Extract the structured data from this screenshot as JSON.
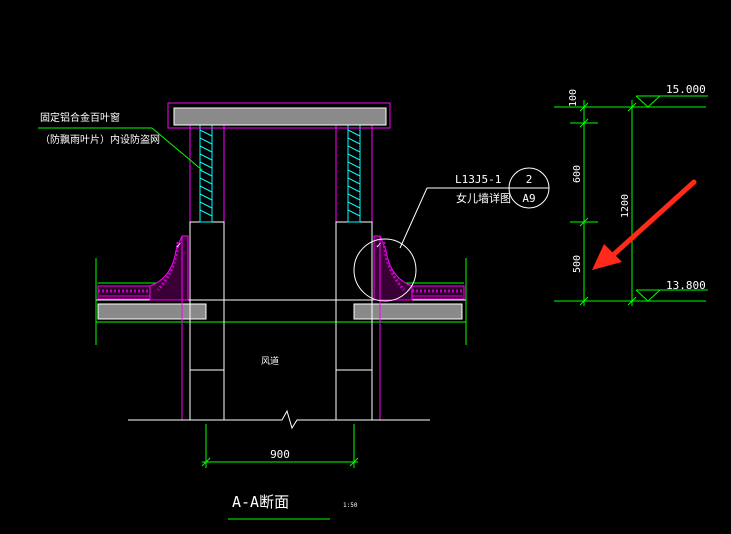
{
  "drawing": {
    "louver_note_line1": "固定铝合金百叶窗",
    "louver_note_line2": "（防飘雨叶片）内设防盗网",
    "detail_ref_code": "L13J5-1",
    "detail_ref_desc": "女儿墙详图",
    "detail_ref_number": "2",
    "detail_ref_sheet": "A9",
    "duct_label": "风道",
    "width_dim": "900",
    "section_title": "A-A断面",
    "section_scale": "1:50"
  },
  "elevations": {
    "top": "15.000",
    "bottom": "13.800"
  },
  "dimensions": {
    "seg_top": "100",
    "seg_mid": "600",
    "seg_bottom": "500",
    "total": "1200"
  },
  "colors": {
    "background": "#000000",
    "outline": "#ff00ff",
    "dimension": "#00ff00",
    "text": "#ffffff",
    "membrane": "#8c007f",
    "slab_fill": "#8a8a8a",
    "louver": "#00ffff",
    "arrow": "#ff2a1a"
  }
}
